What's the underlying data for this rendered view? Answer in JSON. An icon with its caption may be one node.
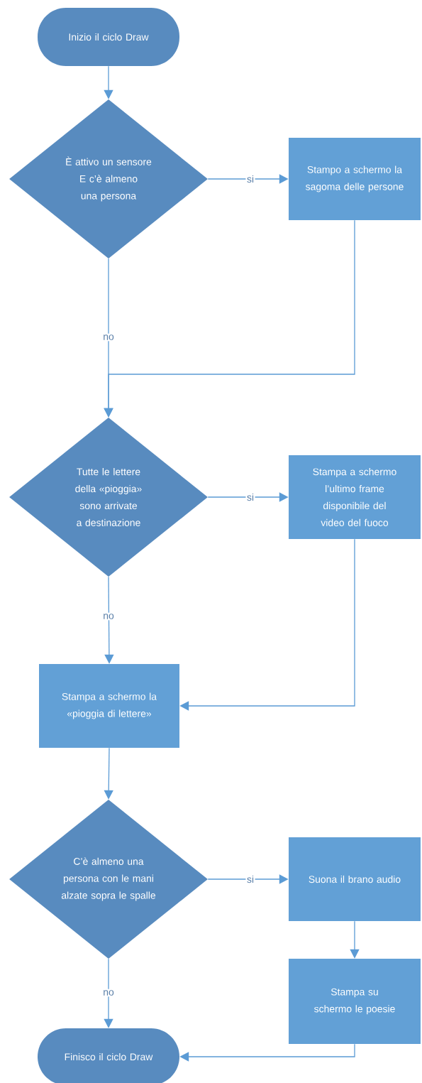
{
  "diagram": {
    "nodes": [
      {
        "text": [
          "Inizio il ciclo Draw"
        ]
      },
      {
        "text": [
          "È attivo un sensore E c’è almeno una persona"
        ]
      },
      {
        "text": [
          "Stampo a schermo la sagoma delle persone"
        ]
      },
      {
        "text": [
          "Tutte le lettere della «pioggia» sono arrivate a destinazione"
        ]
      },
      {
        "text": [
          "Stampa a schermo l’ultimo frame disponibile del video del fuoco"
        ]
      },
      {
        "text": [
          "Stampa a schermo la «pioggia di lettere»"
        ]
      },
      {
        "text": [
          "C’è almeno una persona con le mani alzate sopra le spalle"
        ]
      },
      {
        "text": [
          "Suona il brano audio"
        ]
      },
      {
        "text": [
          "Stampa su schermo le poesie"
        ]
      },
      {
        "text": [
          "Finisco il ciclo Draw"
        ]
      }
    ],
    "edges": [
      {
        "from": 0,
        "to": 1,
        "arrow": "to"
      },
      {
        "from": 1,
        "to": 2,
        "arrow": "to",
        "label": "si"
      },
      {
        "from": 1,
        "to": 3,
        "arrow": "to",
        "label": "no"
      },
      {
        "from": 2,
        "to": 3,
        "arrow": "to"
      },
      {
        "from": 3,
        "to": 4,
        "arrow": "to",
        "label": "si"
      },
      {
        "from": 3,
        "to": 5,
        "arrow": "to",
        "label": "no"
      },
      {
        "from": 4,
        "to": 5,
        "arrow": "to"
      },
      {
        "from": 5,
        "to": 6,
        "arrow": "to"
      },
      {
        "from": 6,
        "to": 7,
        "arrow": "to",
        "label": "si"
      },
      {
        "from": 7,
        "to": 8,
        "arrow": "to"
      },
      {
        "from": 6,
        "to": 9,
        "arrow": "to",
        "label": "no"
      },
      {
        "from": 8,
        "to": 9,
        "arrow": "to"
      }
    ]
  }
}
